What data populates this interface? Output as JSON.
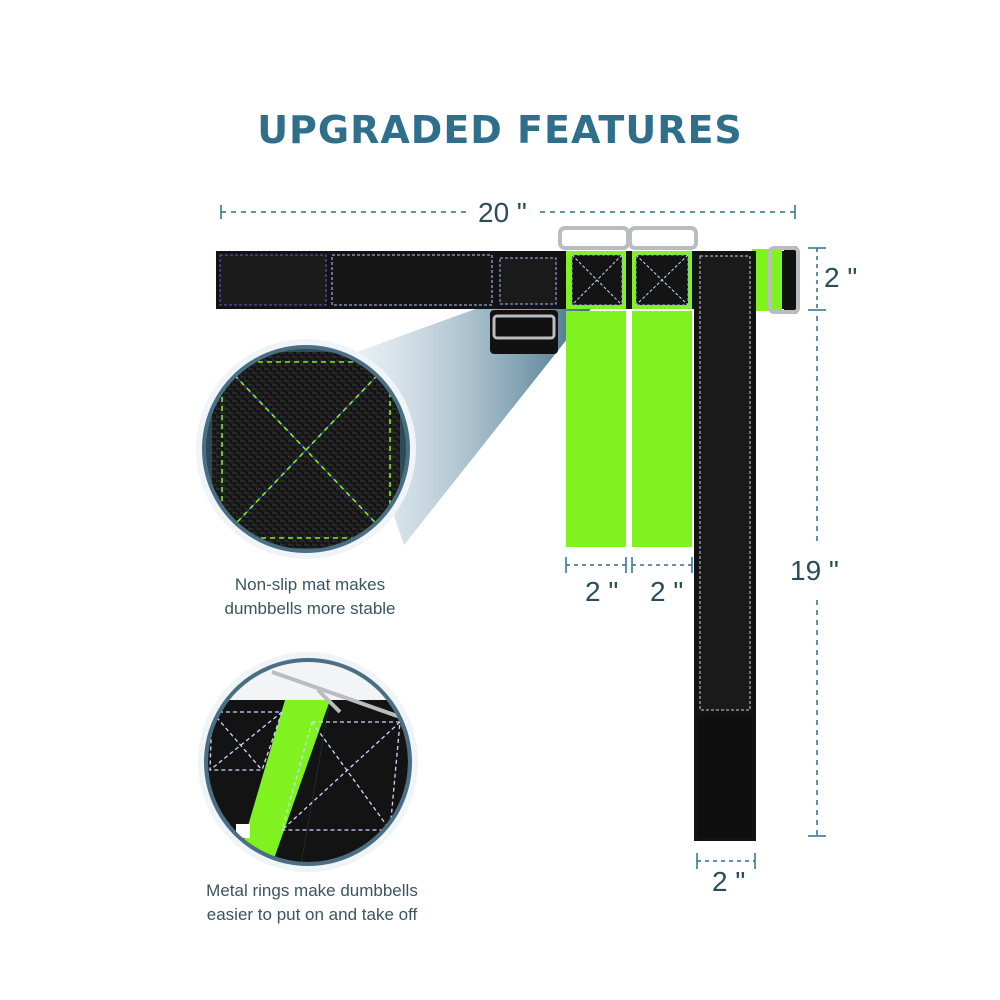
{
  "title": "UPGRADED FEATURES",
  "dimensions": {
    "width": "20 \"",
    "height_strap": "2 \"",
    "length": "19 \"",
    "green_strap_a": "2 \"",
    "green_strap_b": "2 \"",
    "long_strap": "2 \""
  },
  "features": [
    {
      "caption_line1": "Non-slip mat makes",
      "caption_line2": "dumbbells more stable"
    },
    {
      "caption_line1": "Metal rings make dumbbells",
      "caption_line2": "easier to put on and take off"
    }
  ],
  "colors": {
    "accent": "#2f6f8c",
    "strap_black": "#141414",
    "strap_green": "#7ff21f",
    "metal": "#b9bcc0"
  }
}
